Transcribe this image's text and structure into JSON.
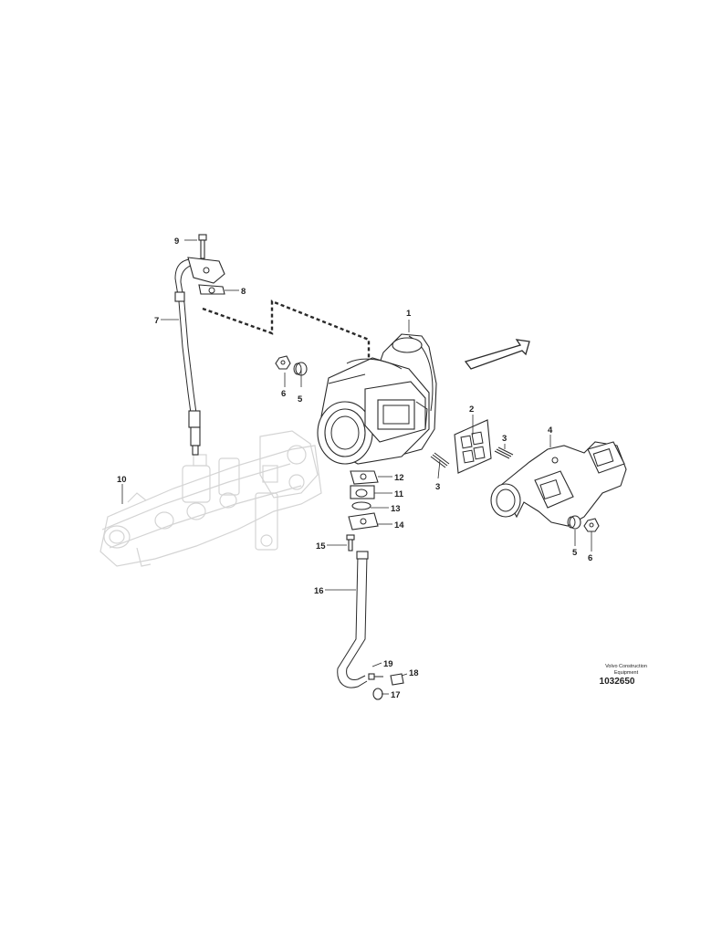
{
  "credit": {
    "line1": "Volvo Construction",
    "line2": "Equipment",
    "drawing_number": "1032650"
  },
  "callouts": [
    {
      "id": "c1",
      "text": "1"
    },
    {
      "id": "c2",
      "text": "2"
    },
    {
      "id": "c3a",
      "text": "3"
    },
    {
      "id": "c3b",
      "text": "3"
    },
    {
      "id": "c4",
      "text": "4"
    },
    {
      "id": "c5a",
      "text": "5"
    },
    {
      "id": "c5b",
      "text": "5"
    },
    {
      "id": "c6a",
      "text": "6"
    },
    {
      "id": "c6b",
      "text": "6"
    },
    {
      "id": "c7",
      "text": "7"
    },
    {
      "id": "c8",
      "text": "8"
    },
    {
      "id": "c9",
      "text": "9"
    },
    {
      "id": "c10",
      "text": "10"
    },
    {
      "id": "c11",
      "text": "11"
    },
    {
      "id": "c12",
      "text": "12"
    },
    {
      "id": "c13",
      "text": "13"
    },
    {
      "id": "c14",
      "text": "14"
    },
    {
      "id": "c15",
      "text": "15"
    },
    {
      "id": "c16",
      "text": "16"
    },
    {
      "id": "c17",
      "text": "17"
    },
    {
      "id": "c18",
      "text": "18"
    },
    {
      "id": "c19",
      "text": "19"
    }
  ]
}
